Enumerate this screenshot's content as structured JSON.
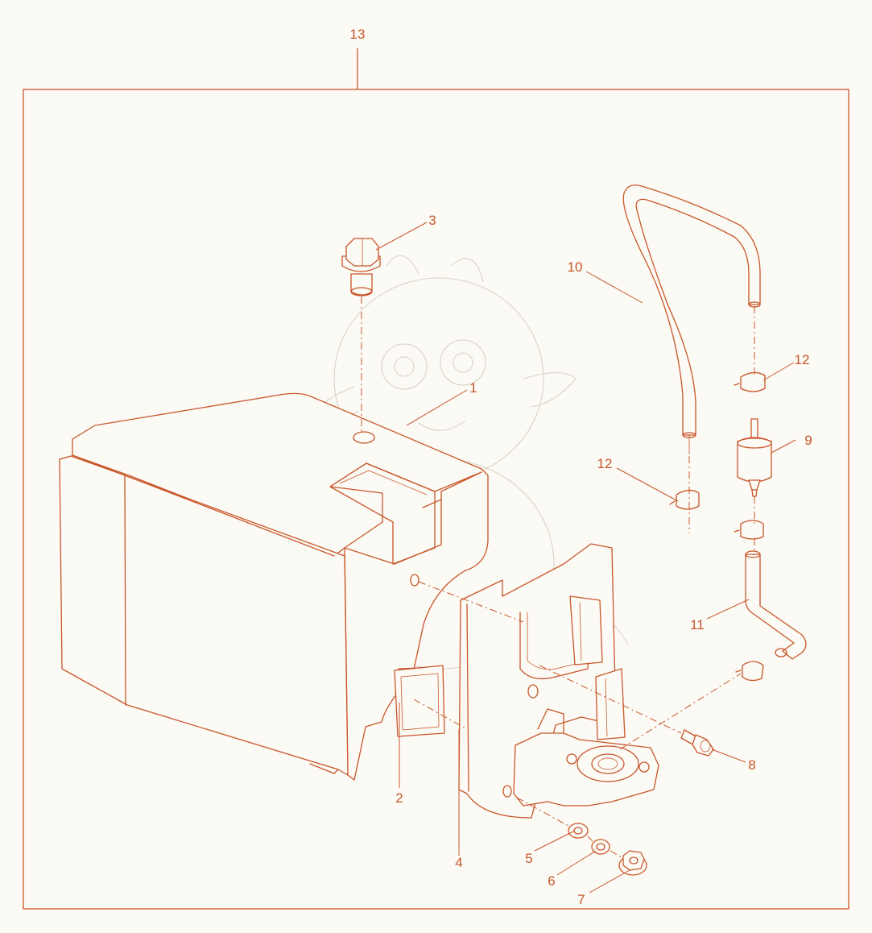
{
  "diagram": {
    "type": "exploded parts diagram",
    "callouts": {
      "c1": "1",
      "c2": "2",
      "c3": "3",
      "c4": "4",
      "c5": "5",
      "c6": "6",
      "c7": "7",
      "c8": "8",
      "c9": "9",
      "c10": "10",
      "c11": "11",
      "c12a": "12",
      "c12b": "12",
      "c13": "13"
    },
    "colors": {
      "line": "#c9562a",
      "background": "#fbfaf5",
      "watermark": "#d9d3c8"
    }
  }
}
